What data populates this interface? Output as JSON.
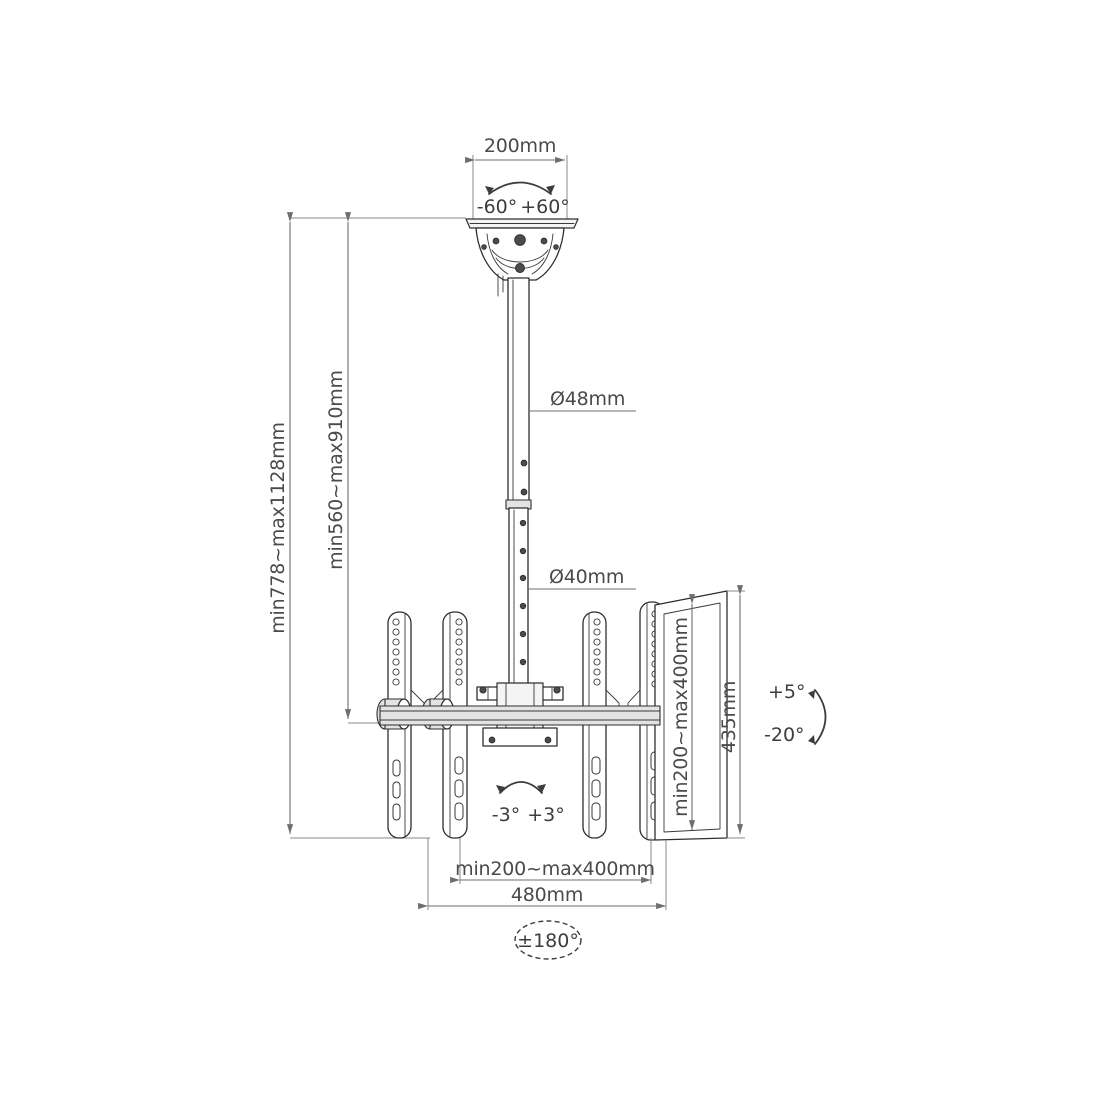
{
  "drawing": {
    "title": "Ceiling TV Mount Technical Drawing",
    "background_color": "#ffffff",
    "line_color": "#2e2e2e",
    "dimension_color": "#6e6e6e",
    "text_color": "#4a4a4a"
  },
  "dimensions": {
    "top_plate_width": "200mm",
    "total_drop": "min778~max1128mm",
    "pole_drop": "min560~max910mm",
    "upper_pole_diameter": "Ø48mm",
    "lower_pole_diameter": "Ø40mm",
    "panel_height_range": "min200~max400mm",
    "panel_height": "435mm",
    "bracket_width_range": "min200~max400mm",
    "overall_width": "480mm"
  },
  "angles": {
    "swivel_negative": "-60°",
    "swivel_positive": "+60°",
    "roll_negative": "-3°",
    "roll_positive": "+3°",
    "tilt_positive": "+5°",
    "tilt_negative": "-20°",
    "rotation": "±180°"
  },
  "labels": {
    "ceiling_plate": "ceiling-mount-plate",
    "swivel_head": "swivel-head",
    "upper_pole": "upper-extension-pole",
    "lower_pole": "lower-extension-pole",
    "center_hub": "center-pivot-hub",
    "crossbar": "horizontal-crossbar",
    "left_rails": "left-screen-rails",
    "right_rails": "right-screen-rails",
    "right_panel": "right-screen-panel"
  }
}
